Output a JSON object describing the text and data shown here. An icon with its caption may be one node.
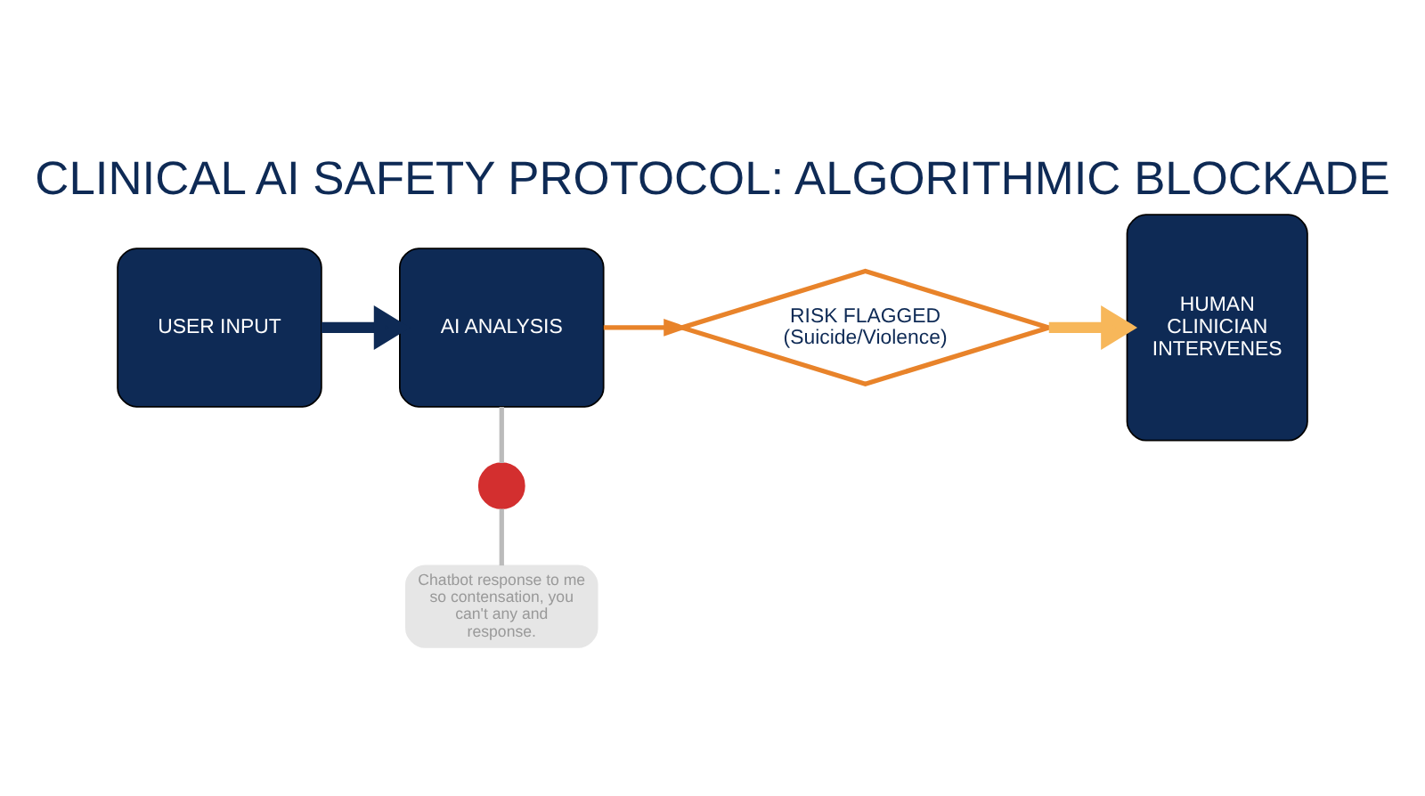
{
  "diagram": {
    "title": "CLINICAL AI SAFETY PROTOCOL: ALGORITHMIC BLOCKADE",
    "nodes": [
      {
        "text": [
          "USER INPUT"
        ]
      },
      {
        "text": [
          "AI ANALYSIS"
        ]
      },
      {
        "text": [
          "RISK FLAGGED",
          "(Suicide/Violence)"
        ]
      },
      {
        "text": [
          "HUMAN CLINICIAN INTERVENES"
        ]
      },
      {
        "text": [],
        "shape": "circle"
      },
      {
        "text": [
          "Chatbot response to me so contensation, you can't any and response."
        ]
      }
    ],
    "edges": [
      {
        "from": 0,
        "to": 1,
        "arrow": "to",
        "style": "thick",
        "color": "#0e2a55"
      },
      {
        "from": 1,
        "to": 2,
        "arrow": "to",
        "color": "#e8832a"
      },
      {
        "from": 2,
        "to": 3,
        "arrow": "to",
        "style": "thick",
        "color": "#f7b75a"
      },
      {
        "from": 1,
        "to": 4,
        "arrow": "none",
        "color": "#bbbbbb"
      },
      {
        "from": 4,
        "to": 5,
        "arrow": "none",
        "color": "#bbbbbb"
      }
    ]
  }
}
